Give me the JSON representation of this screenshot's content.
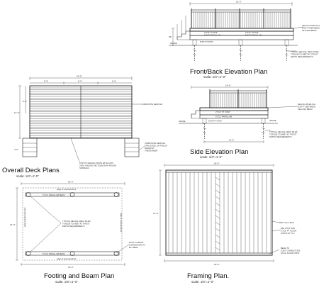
{
  "sheet": {
    "views": {
      "front": {
        "title": "Front/Back Elevation Plan",
        "scale": "scale: 1/4\"=1'-0\"",
        "dim_top": "16'-0\"",
        "notes": {
          "pile_cap": "HELICAL PILES FLA",
          "pile_cap2": "8\"X8\" PT BETWEEN",
          "pile_cap3": "PILE AND BEAM",
          "rail": "2\"X12\" PT RAIL",
          "parallam1": "6\"X12\" PARALLAM",
          "beam1": "2\"X12\" PT RAIL",
          "parallam2": "6\"X12\" PARALLAM",
          "post": "8\"X8\" PT POST",
          "grade": "GRADE",
          "piles1": "TYPICAL HELICAL DECK PILES",
          "piles2": "TORQUE TO MEET 42\" FROST",
          "piles3": "DEPTH REQUIREMENTS",
          "height": "36\""
        }
      },
      "side": {
        "title": "Side Elevation Plan",
        "scale": "scale: 1/4\"=1'-0\"",
        "dim_top": "14'-0\"",
        "dim_bottom": "11'-0\"",
        "notes": {
          "pile1": "HELICAL PILES FLA",
          "pile2": "8\"X8\" PT BETWEEN",
          "pile3": "PILE AND BEAM",
          "joist": "2\"X12\" PT JOIST",
          "parallam": "6\"X12\" PARALLAM",
          "grade_l": "GRADE",
          "grade_r": "GRADE",
          "post": "8\"X8\" PT POST",
          "piles1": "TYPICAL HELICAL DECK PILES",
          "piles2": "TORQUE TO MEET 42\" FROST",
          "piles3": "DEPTH REQUIREMENTS"
        }
      },
      "overall": {
        "title": "Overall Deck Plans",
        "scale": "scale: 1/4\"=1'-0\"",
        "dim_top": "18'-0\"",
        "dim_a": "6'-0\"",
        "dim_b": "6'-0\"",
        "dim_c": "6'-0\"",
        "dim_left": "14'-0\"",
        "dim_left2": "5'-0\"",
        "dim_stair": "4'-0\"",
        "notes": {
          "decking": "COMPOSITE DECKING",
          "railing1": "8\"X8\" PT RAILING POSTS WITH CAPS",
          "railing2": "VINYL RAILING SECTIONS WITH ROUND",
          "railing3": "SPINDLES",
          "stair1": "COMPOSITE DECKING",
          "stair2": "TRIM, EDGE, OR FASCIA",
          "stair3": "BOARD AT",
          "stair4": "TREAD/RISER"
        }
      },
      "footing": {
        "title": "Footing and Beam Plan",
        "scale": "scale: 1/4\"=1'-0\"",
        "dim_top": "18'-0\"",
        "dim_bottom": "18'-0\"",
        "dim_left": "14'-0\"",
        "notes": {
          "edge_top": "edge of proposed deck",
          "edge_bottom": "edge of proposed deck",
          "edge_left": "edge of proposed deck",
          "edge_right": "edge of proposed deck",
          "beam_top": "6\"X12\" PARALLAM BEAM",
          "beam_bottom": "6\"X12\" PARALLAM BEAM",
          "piles1": "TYPICAL HELICAL DECK PILES",
          "piles2": "TORQUE TO MEET 42\" FROST",
          "piles3": "DEPTH REQUIREMENTS",
          "post1": "POST TO BEAM",
          "post2": "CONNECTORS AT",
          "post3": "EA. BEAM"
        }
      },
      "framing": {
        "title": "Framing Plan.",
        "scale": "scale: 1/4\"=1'-0\"",
        "dim_top": "18'-0\"",
        "dim_bottom": "18'-0\"",
        "dim_left": "14'-0\"",
        "notes": {
          "box": "DBL 2\"X12\" BOX",
          "rim": "DBL 2\"X12\" RIM",
          "joists1": "2\"X12\" PT FLOOR",
          "joists2": "JOISTS 16\" O.C.",
          "hanger1": "BEAM TO",
          "hanger2": "JOIST CONNECTORS",
          "hanger3": "AT EA. FLOOR JOIST"
        }
      }
    }
  }
}
